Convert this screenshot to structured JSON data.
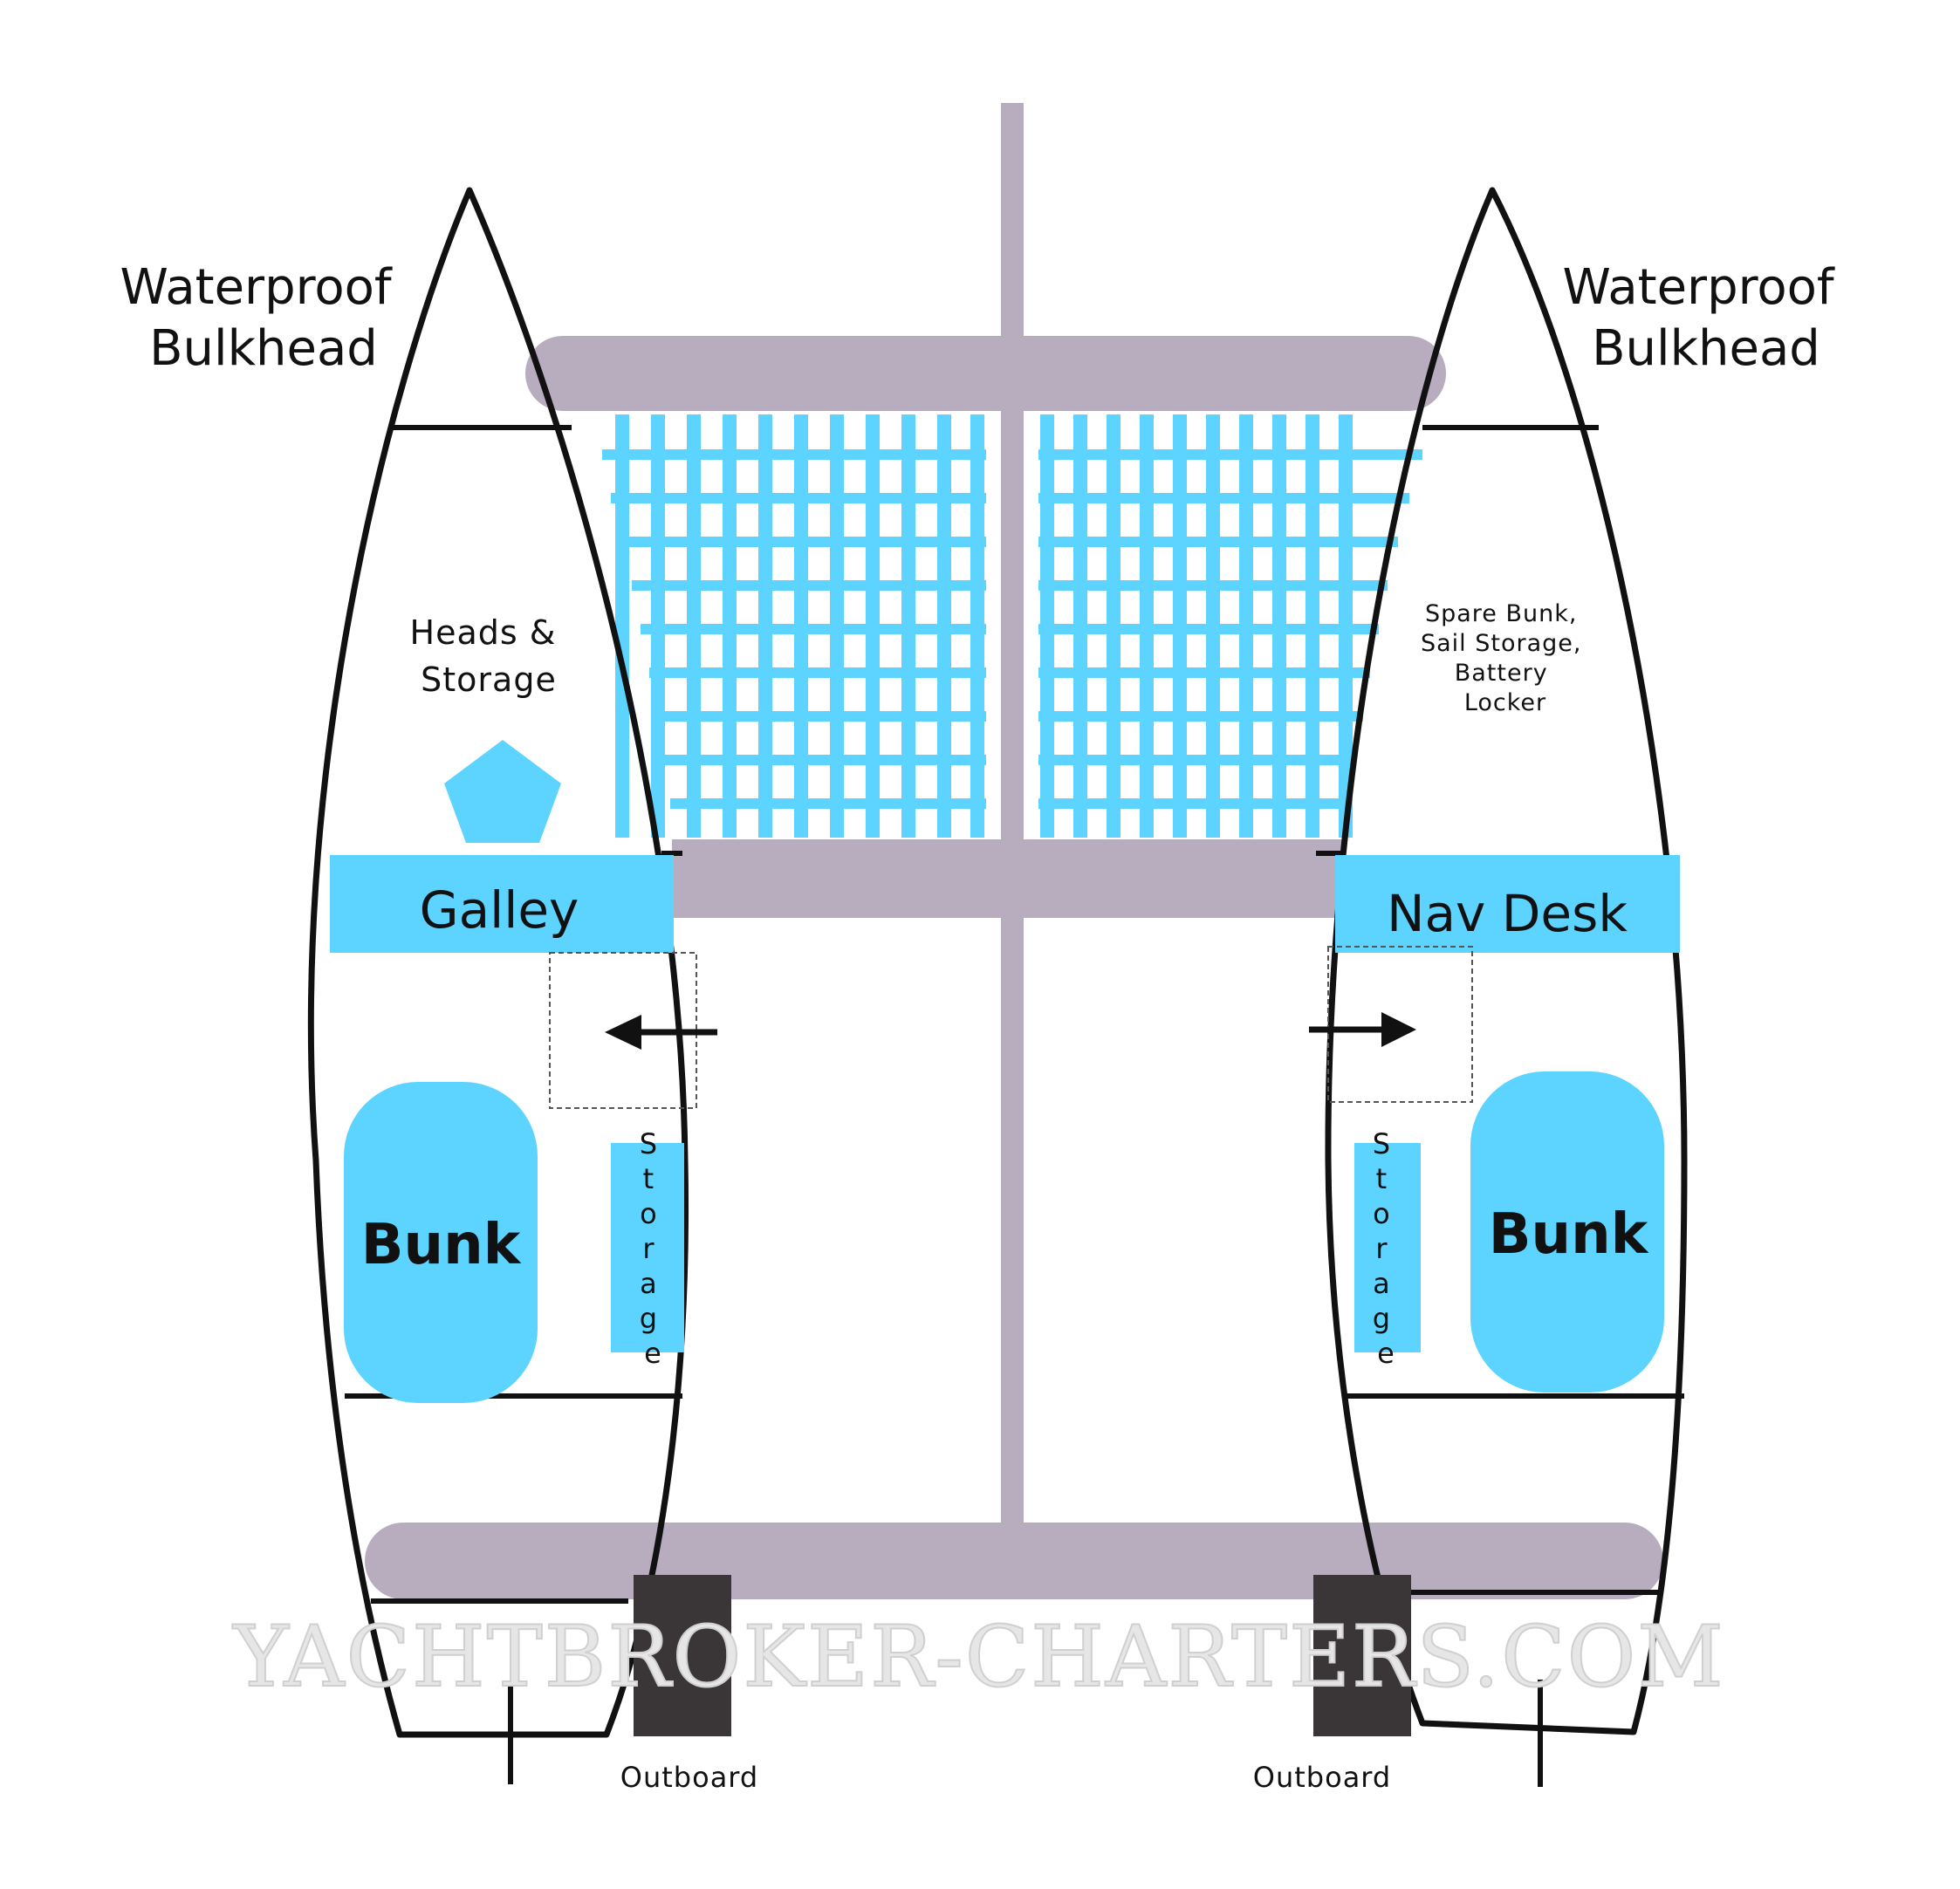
{
  "labels": {
    "left_bulkhead": [
      "Waterproof",
      "Bulkhead"
    ],
    "right_bulkhead": [
      "Waterproof",
      "Bulkhead"
    ],
    "heads_storage": [
      "Heads &",
      "Storage"
    ],
    "spare_bunk": [
      "Spare Bunk,",
      "Sail Storage,",
      "Battery",
      "Locker"
    ],
    "galley": "Galley",
    "nav_desk": "Nav Desk",
    "left_bunk": "Bunk",
    "right_bunk": "Bunk",
    "left_storage": [
      "S",
      "t",
      "o",
      "r",
      "a",
      "g",
      "e"
    ],
    "right_storage": [
      "S",
      "t",
      "o",
      "r",
      "a",
      "g",
      "e"
    ],
    "left_outboard": "Outboard",
    "right_outboard": "Outboard",
    "watermark": "YACHTBROKER-CHARTERS.COM"
  },
  "colors": {
    "hull_outline": "#111111",
    "beam": "#b7adbf",
    "trampoline": "#5dd3ff",
    "room_fill": "#5dd3ff",
    "outboard": "#3a3536"
  }
}
